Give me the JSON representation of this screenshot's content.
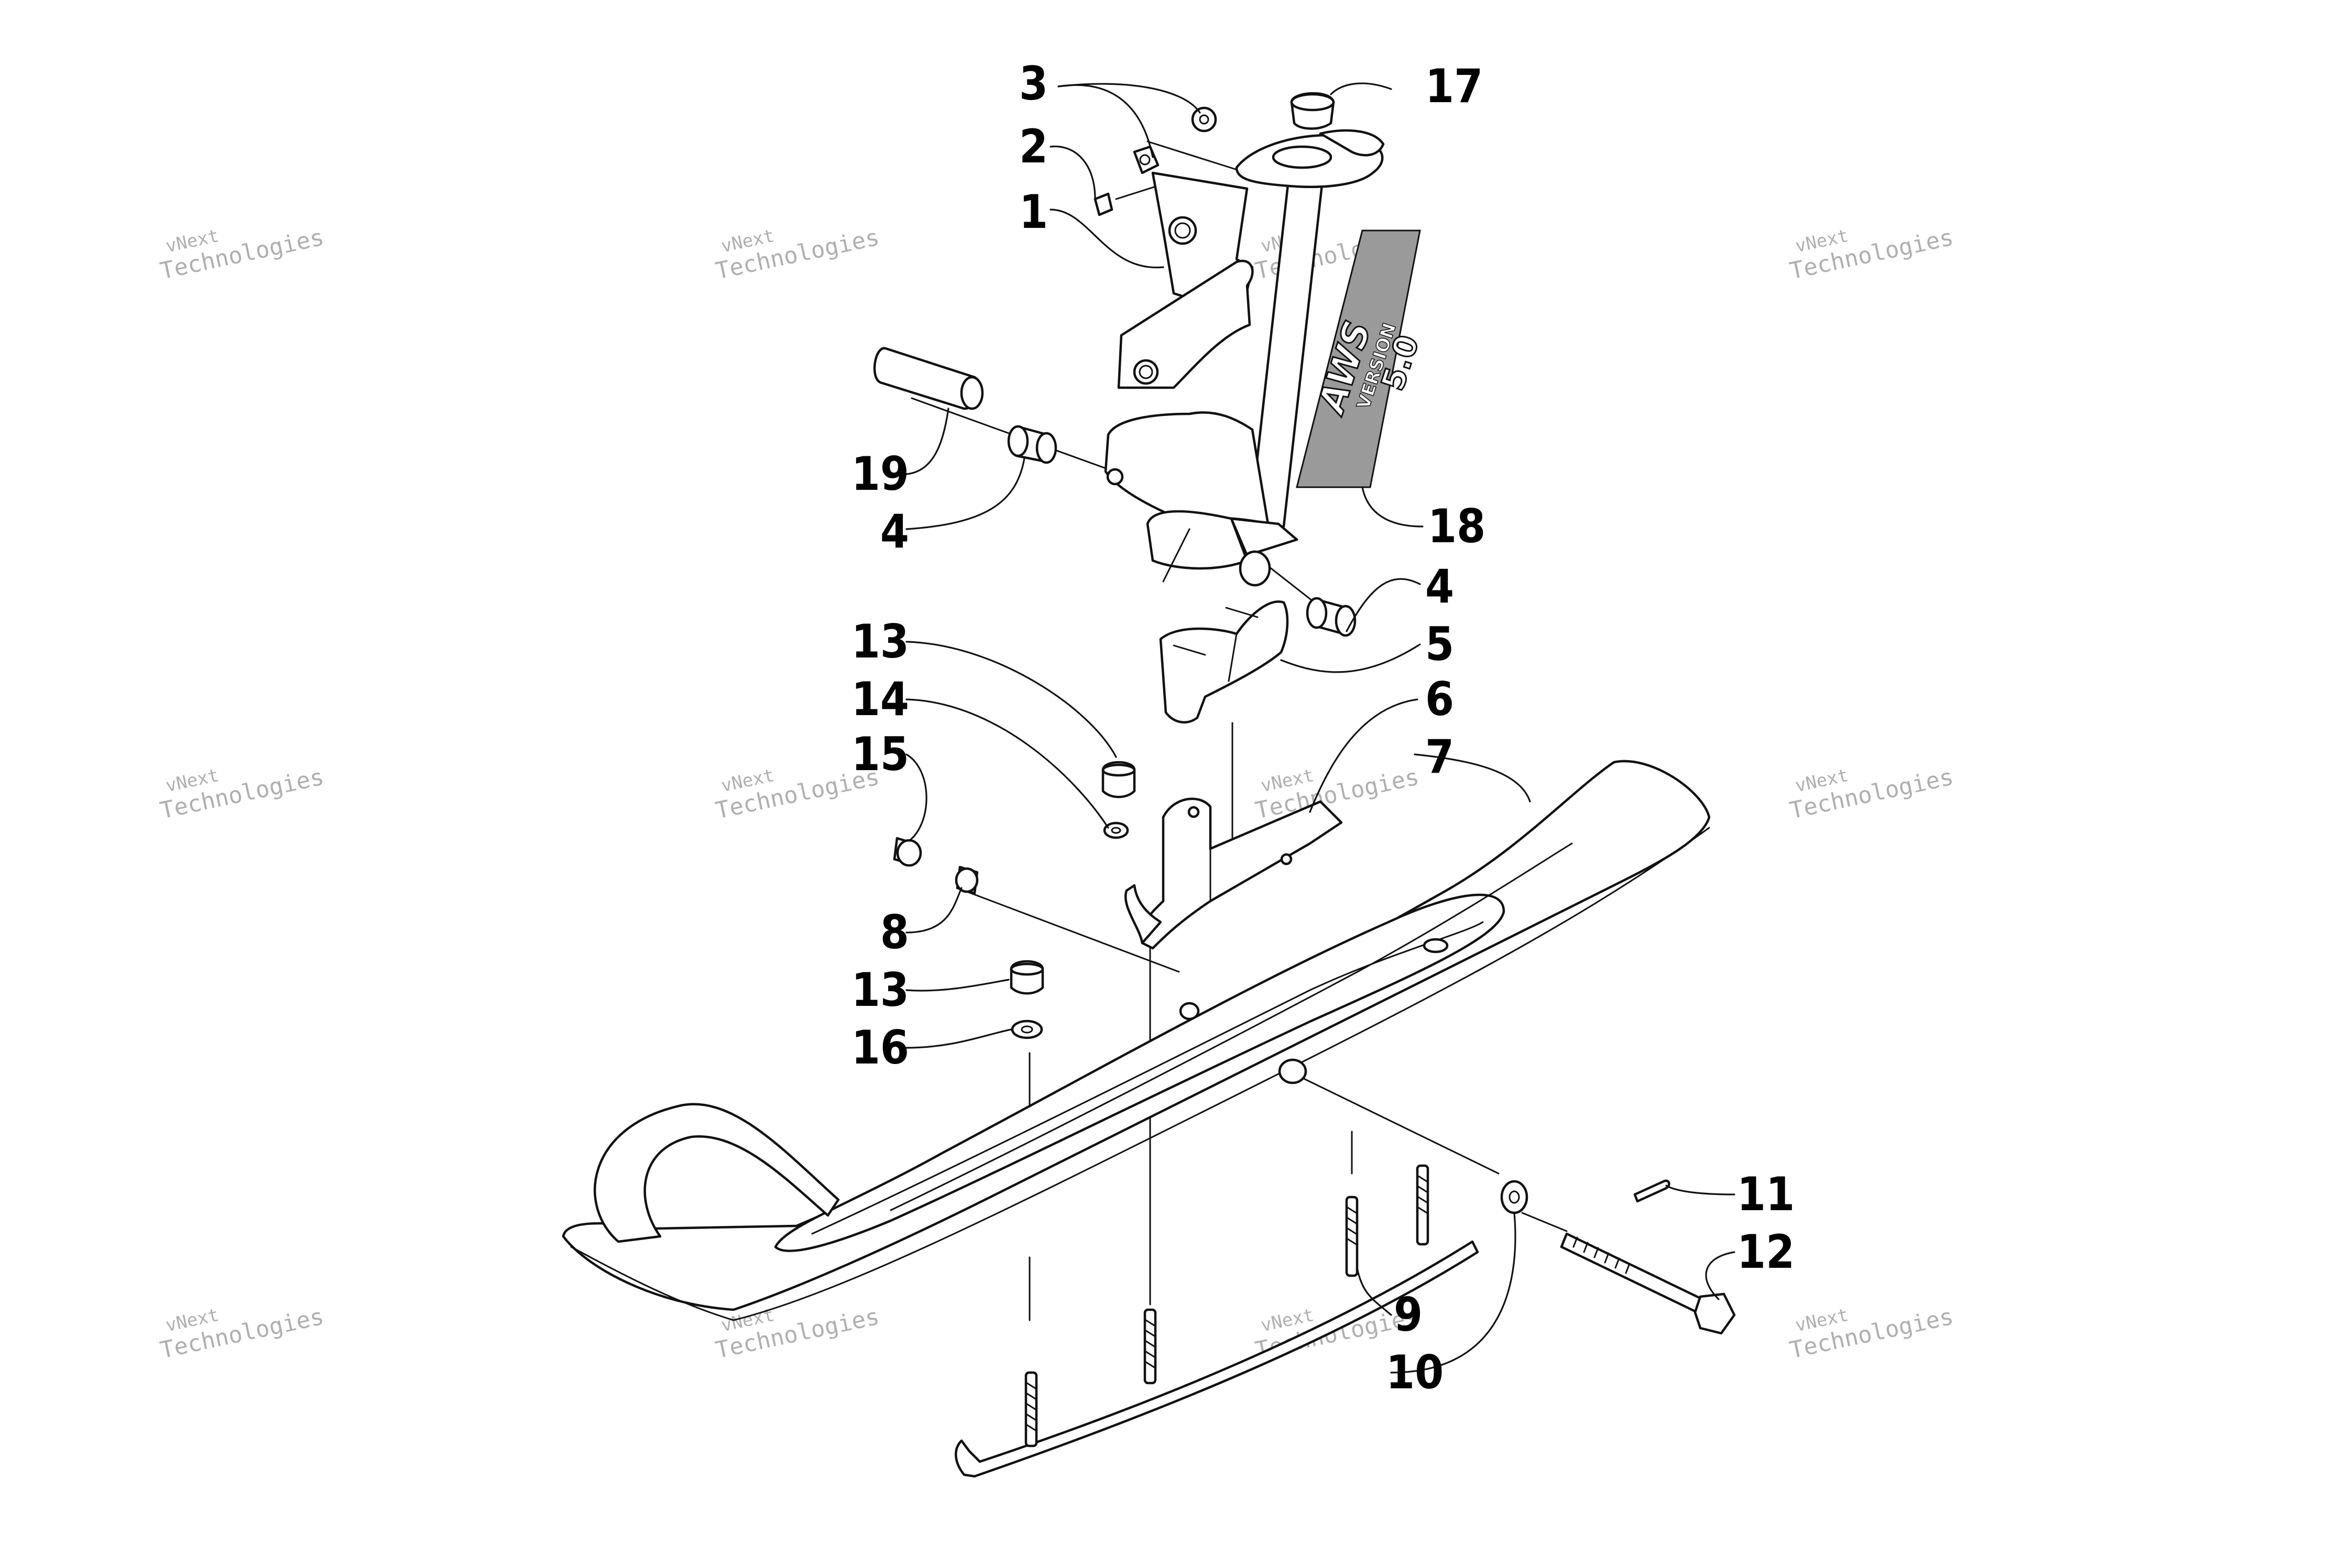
{
  "watermark": {
    "line1": "vNext",
    "line2": "Technologies"
  },
  "decal": {
    "line1": "AWS",
    "line2": "VERSION",
    "line3": "5.0"
  },
  "callouts": [
    "1",
    "2",
    "3",
    "4",
    "4",
    "5",
    "6",
    "7",
    "8",
    "9",
    "10",
    "11",
    "12",
    "13",
    "13",
    "14",
    "15",
    "16",
    "17",
    "18",
    "19"
  ],
  "colors": {
    "line": "#111111",
    "background": "#ffffff",
    "decal": "#9a9a9a"
  }
}
